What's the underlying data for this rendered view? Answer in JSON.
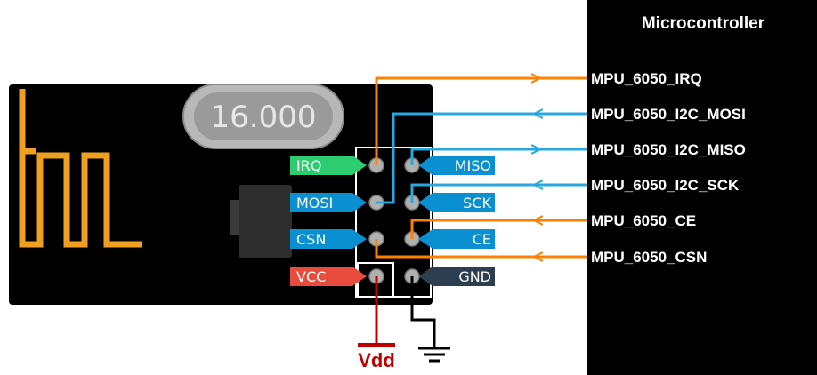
{
  "microcontroller": {
    "title": "Microcontroller",
    "signals": [
      {
        "label": "MPU_6050_IRQ"
      },
      {
        "label": "MPU_6050_I2C_MOSI"
      },
      {
        "label": "MPU_6050_I2C_MISO"
      },
      {
        "label": "MPU_6050_I2C_SCK"
      },
      {
        "label": "MPU_6050_CE"
      },
      {
        "label": "MPU_6050_CSN"
      }
    ]
  },
  "module": {
    "crystal_label": "16.000",
    "pins": {
      "irq": "IRQ",
      "mosi": "MOSI",
      "csn": "CSN",
      "vcc": "VCC",
      "miso": "MISO",
      "sck": "SCK",
      "ce": "CE",
      "gnd": "GND"
    }
  },
  "power": {
    "vdd_label": "Vdd"
  },
  "colors": {
    "board": "#000000",
    "antenna": "#f0a020",
    "wire_orange": "#ff8000",
    "wire_blue": "#29a8e0",
    "wire_red": "#c00000",
    "tag_green": "#2ecc71",
    "tag_blue": "#0a8fd0",
    "tag_red": "#e74c3c",
    "tag_dark": "#2c3e50"
  }
}
